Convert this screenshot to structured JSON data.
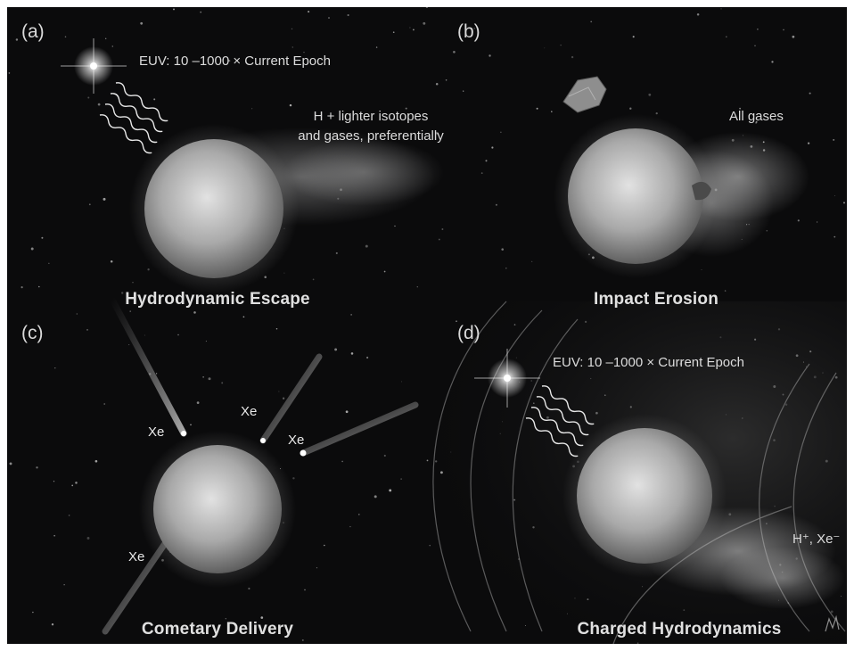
{
  "panels": {
    "a": {
      "letter": "(a)",
      "euv": "EUV: 10 –1000 × Current Epoch",
      "note_line1": "H + lighter isotopes",
      "note_line2": "and gases, preferentially",
      "caption": "Hydrodynamic Escape"
    },
    "b": {
      "letter": "(b)",
      "note": "All gases",
      "caption": "Impact Erosion"
    },
    "c": {
      "letter": "(c)",
      "xe_labels": [
        "Xe",
        "Xe",
        "Xe",
        "Xe"
      ],
      "caption": "Cometary Delivery"
    },
    "d": {
      "letter": "(d)",
      "euv": "EUV: 10 –1000 × Current Epoch",
      "ions": "H⁺, Xe⁻",
      "caption": "Charged Hydrodynamics"
    }
  },
  "colors": {
    "background": "#0b0b0c",
    "planet": "#bdbdbd",
    "text": "#e0e0e0"
  },
  "icons": [
    "star-icon",
    "euv-wave-icon",
    "asteroid-icon",
    "comet-icon",
    "planet-icon",
    "artist-signature-icon"
  ]
}
